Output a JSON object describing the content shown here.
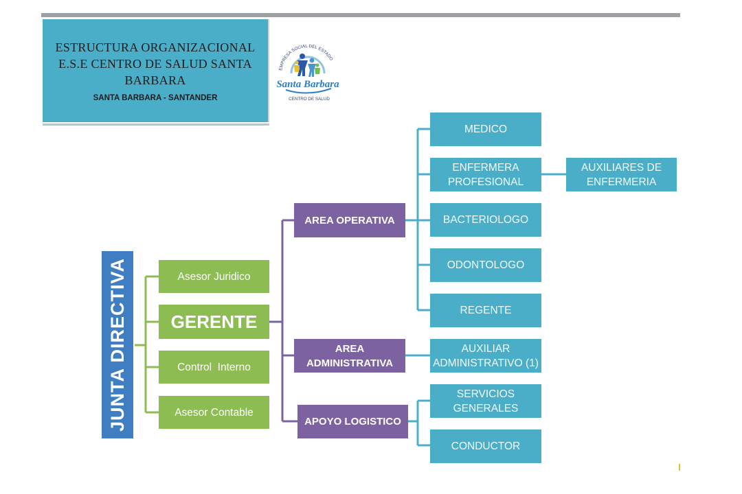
{
  "header": {
    "title_lines": [
      "ESTRUCTURA ORGANIZACIONAL",
      "E.S.E CENTRO DE SALUD SANTA",
      "BARBARA"
    ],
    "subtitle": "SANTA BARBARA  - SANTANDER"
  },
  "logo": {
    "arc_text": "EMPRESA SOCIAL DEL ESTADO",
    "name": "Santa Barbara",
    "bottom_text": "CENTRO DE SALUD"
  },
  "org": {
    "board": "JUNTA DIRECTIVA",
    "advisors": {
      "legal": "Asesor Juridico",
      "manager": "GERENTE",
      "internal_control": "Control  Interno",
      "accounting": "Asesor Contable"
    },
    "areas": {
      "operative": "AREA OPERATIVA",
      "administrative_lines": [
        "AREA",
        "ADMINISTRATIVA"
      ],
      "logistics": "APOYO LOGISTICO"
    },
    "operative_roles": {
      "doctor": "MEDICO",
      "nurse_lines": [
        "ENFERMERA",
        "PROFESIONAL"
      ],
      "bacteriologist": "BACTERIOLOGO",
      "dentist": "ODONTOLOGO",
      "regent": "REGENTE"
    },
    "nursing_aides_lines": [
      "AUXILIARES DE",
      "ENFERMERIA"
    ],
    "admin_roles_lines": [
      "AUXILIAR",
      "ADMINISTRATIVO (1)"
    ],
    "logistics_roles": {
      "general_services_lines": [
        "SERVICIOS",
        "GENERALES"
      ],
      "driver": "CONDUCTOR"
    }
  },
  "colors": {
    "cyan": "#4baec8",
    "green": "#8cbc52",
    "purple": "#7c62a0",
    "blue": "#3f7fc1"
  }
}
